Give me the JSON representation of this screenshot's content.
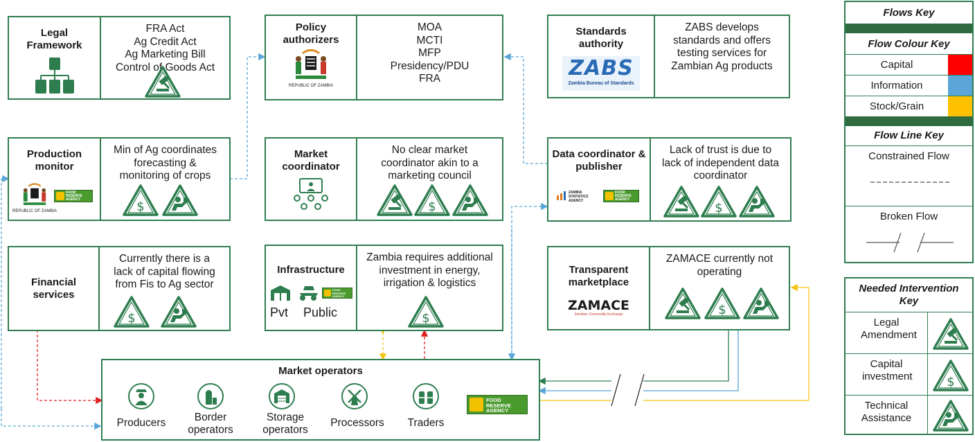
{
  "boxes": {
    "legal": {
      "title": "Legal Framework",
      "lines": [
        "FRA Act",
        "Ag Credit Act",
        "Ag Marketing Bill",
        "Control of Goods Act"
      ]
    },
    "policy": {
      "title": "Policy authorizers",
      "lines": [
        "MOA",
        "MCTI",
        "MFP",
        "Presidency/PDU",
        "FRA"
      ],
      "logo_caption": "REPUBLIC OF ZAMBIA"
    },
    "standards": {
      "title": "Standards authority",
      "lines": [
        "ZABS develops",
        "standards and offers",
        "testing services for",
        "Zambian Ag products"
      ],
      "logo_text": "ZABS",
      "logo_caption": "Zambia Bureau of Standards"
    },
    "production": {
      "title": "Production monitor",
      "lines": [
        "Min of Ag coordinates",
        "forecasting &",
        "monitoring of crops"
      ],
      "logo_caption": "REPUBLIC OF ZAMBIA"
    },
    "market_coord": {
      "title": "Market coordinator",
      "lines": [
        "No clear market",
        "coordinator akin to a",
        "marketing council"
      ]
    },
    "data_coord": {
      "title": "Data coordinator & publisher",
      "lines": [
        "Lack of trust is due to",
        "lack of independent data",
        "coordinator"
      ],
      "logo_text": "ZAMBIA STATISTICS AGENCY"
    },
    "financial": {
      "title": "Financial services",
      "lines": [
        "Currently there is a",
        "lack of capital flowing",
        "from Fis to Ag sector"
      ]
    },
    "infra": {
      "title": "Infrastructure",
      "lines": [
        "Zambia requires additional",
        "investment in energy,",
        "irrigation & logistics"
      ],
      "pvt": "Pvt",
      "public": "Public"
    },
    "transparent": {
      "title": "Transparent marketplace",
      "lines": [
        "ZAMACE currently not",
        "operating"
      ],
      "logo_text": "ZAMACE",
      "logo_caption": "Zambian Commodity Exchange"
    }
  },
  "fra_logo": {
    "line1": "FOOD",
    "line2": "RESERVE",
    "line3": "AGENCY"
  },
  "market_operators": {
    "title": "Market operators",
    "items": [
      {
        "label": "Producers",
        "icon": "farmer-icon"
      },
      {
        "label": "Border operators",
        "icon": "silo-icon"
      },
      {
        "label": "Storage operators",
        "icon": "warehouse-icon"
      },
      {
        "label": "Processors",
        "icon": "windmill-icon"
      },
      {
        "label": "Traders",
        "icon": "storage-tanks-icon"
      }
    ]
  },
  "flows_key": {
    "title": "Flows Key",
    "colour_title": "Flow Colour Key",
    "colours": [
      {
        "label": "Capital",
        "color": "#ff0000"
      },
      {
        "label": "Information",
        "color": "#5aa6d8"
      },
      {
        "label": "Stock/Grain",
        "color": "#ffc000"
      }
    ],
    "line_title": "Flow Line Key",
    "constrained": "Constrained Flow",
    "broken": "Broken Flow"
  },
  "intervention_key": {
    "title": "Needed Intervention Key",
    "items": [
      "Legal Amendment",
      "Capital investment",
      "Technical Assistance"
    ]
  },
  "colors": {
    "green": "#2e7d4f",
    "capital": "#e02020",
    "information": "#5aa6d8",
    "grain": "#f5c518"
  }
}
